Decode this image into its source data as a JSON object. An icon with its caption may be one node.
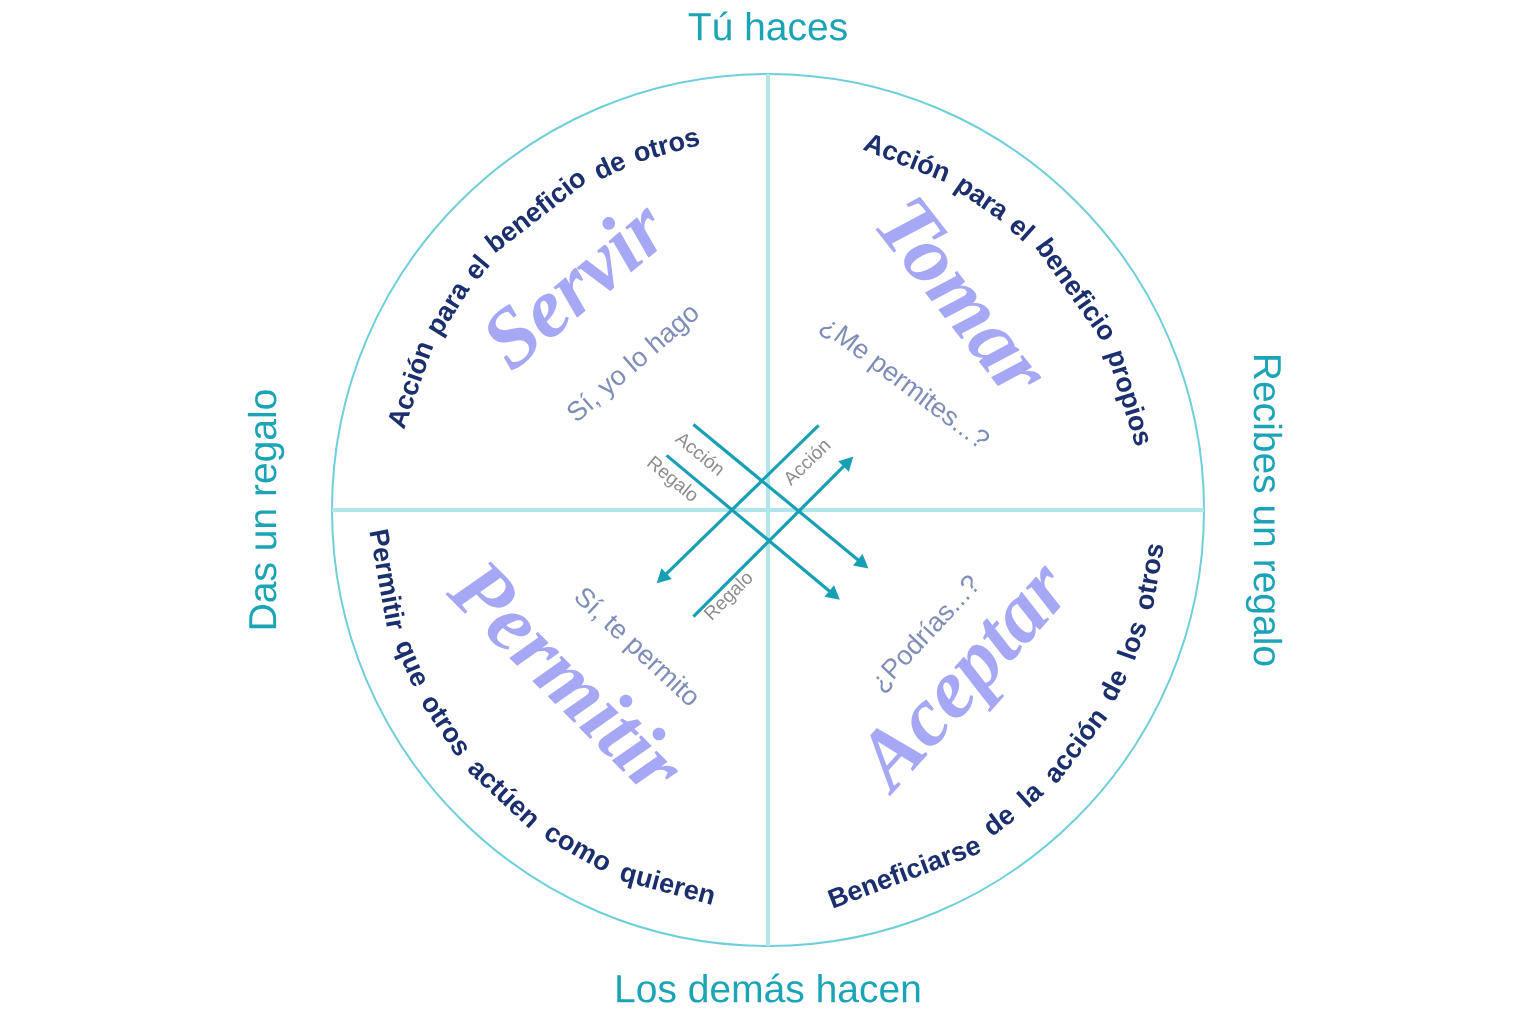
{
  "diagram": {
    "nodes": [
      {
        "text": [
          "Acción para el beneficio de otros",
          "Servir",
          "Sí, yo lo hago"
        ]
      },
      {
        "text": [
          "Acción para el beneficio propios",
          "Tomar",
          "¿Me permites...?"
        ]
      },
      {
        "text": [
          "Permitir que otros actúen como quieren",
          "Permitir",
          "Sí, te permito"
        ]
      },
      {
        "text": [
          "Beneficiarse de la acción de los otros",
          "Aceptar",
          "¿Podrías...?"
        ]
      }
    ],
    "edges": [
      {
        "from": 0,
        "to": 3,
        "arrow": "to",
        "label": "Acción"
      },
      {
        "from": 0,
        "to": 3,
        "arrow": "to",
        "label": "Regalo"
      },
      {
        "from": 1,
        "to": 2,
        "arrow": "to",
        "label": "Acción"
      },
      {
        "from": 2,
        "to": 1,
        "arrow": "to",
        "label": "Regalo"
      }
    ],
    "labels": [
      "Tú haces",
      "Das un regalo",
      "Recibes un regalo",
      "Los demás hacen"
    ]
  }
}
